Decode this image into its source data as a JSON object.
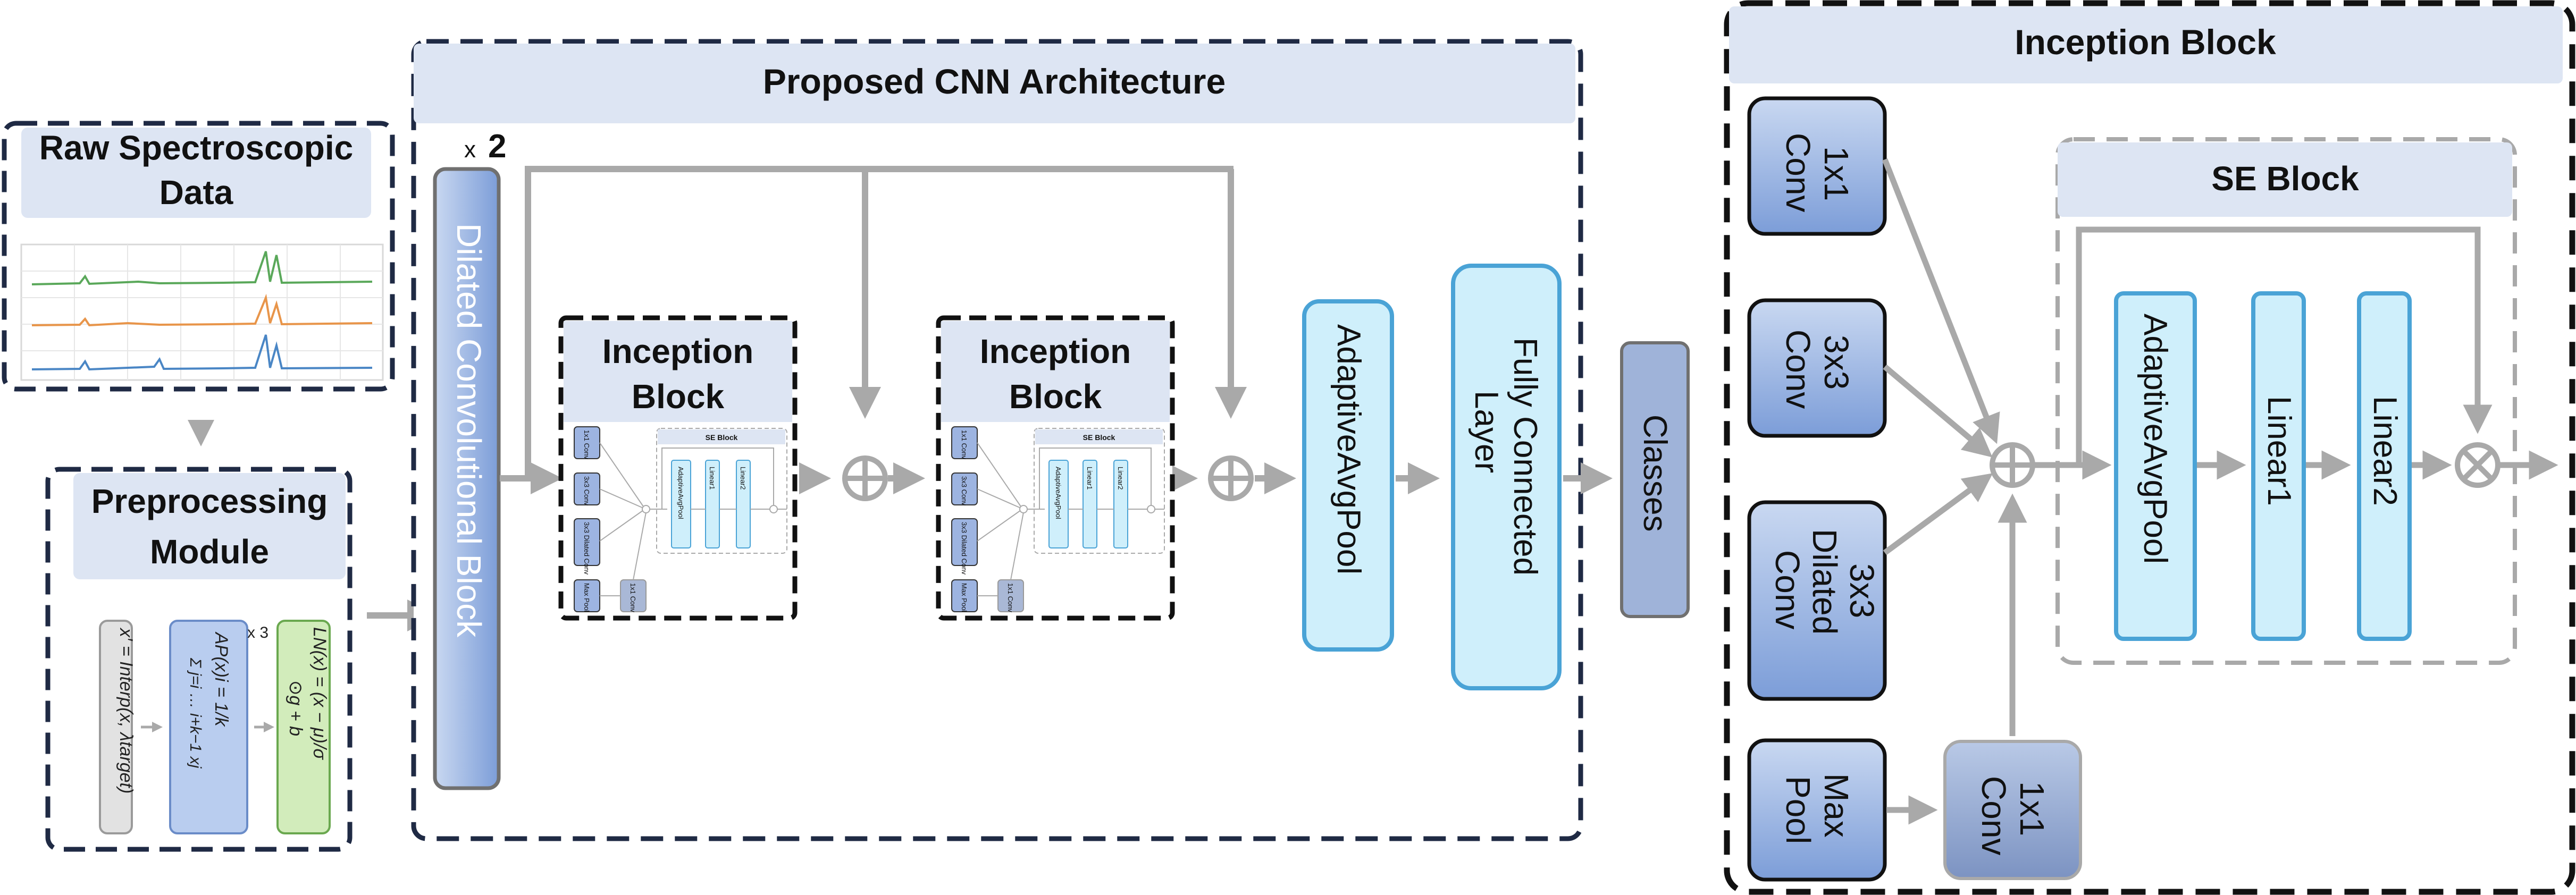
{
  "colors": {
    "dashed_border": "#1f2a44",
    "header_fill": "#dde5f3",
    "blue_block_top": "#c5d4ef",
    "blue_block_bottom": "#7e9fd9",
    "cyan_block_fill": "#cfeffb",
    "cyan_block_stroke": "#4aa3d6",
    "grey_arrow": "#a9a9a9",
    "classes_fill": "#9fb3d9",
    "conv_block_fill": "#8a9ec4",
    "formula_grey": "#e2e2e2",
    "formula_blue": "#b9cdef",
    "formula_green": "#d2ecbb"
  },
  "raw_panel": {
    "title_line1": "Raw Spectroscopic",
    "title_line2": "Data",
    "series_colors": [
      "#5aa85a",
      "#e8954a",
      "#4a86c5"
    ]
  },
  "preprocessing": {
    "title_line1": "Preprocessing",
    "title_line2": "Module",
    "formula_interp": "x′ = Interp(x, λtarget)",
    "formula_avgpool_line1": "AP(x)i = 1/k",
    "formula_avgpool_line2": "Σ j=i … i+k−1  xj",
    "formula_layernorm_line1": "LN(x) = (x − μ)/σ",
    "formula_layernorm_line2": "⊙g + b",
    "repeat_label": "x 3"
  },
  "cnn": {
    "title": "Proposed CNN Architecture",
    "repeat_prefix": "x",
    "repeat_count": "2",
    "dilated_block": "Dilated Convolutional Block",
    "inception_title_line1": "Inception",
    "inception_title_line2": "Block",
    "avgpool": "AdaptiveAvgPool",
    "fc_line1": "Fully Connected",
    "fc_line2": "Layer",
    "classes": "Classes",
    "add_symbol": "⊕"
  },
  "mini_inception": {
    "conv1": "1x1 Conv",
    "conv3": "3x3 Conv",
    "dilated": "3x3 Dilated Conv",
    "maxpool": "Max Pool",
    "conv_after_pool": "1x1 Conv",
    "se_title": "SE Block",
    "se_pool": "AdaptiveAvgPool",
    "se_l1": "Linear1",
    "se_l2": "Linear2"
  },
  "inception_detail": {
    "title": "Inception Block",
    "conv1_line1": "1x1",
    "conv1_line2": "Conv",
    "conv3_line1": "3x3",
    "conv3_line2": "Conv",
    "dil_line1": "3x3",
    "dil_line2": "Dilated",
    "dil_line3": "Conv",
    "pool_line1": "Max",
    "pool_line2": "Pool",
    "conv_after_pool_line1": "1x1",
    "conv_after_pool_line2": "Conv",
    "se_title": "SE Block",
    "se_pool": "AdaptiveAvgPool",
    "se_l1": "Linear1",
    "se_l2": "Linear2",
    "add_symbol": "⊕",
    "mul_symbol": "⊗"
  }
}
